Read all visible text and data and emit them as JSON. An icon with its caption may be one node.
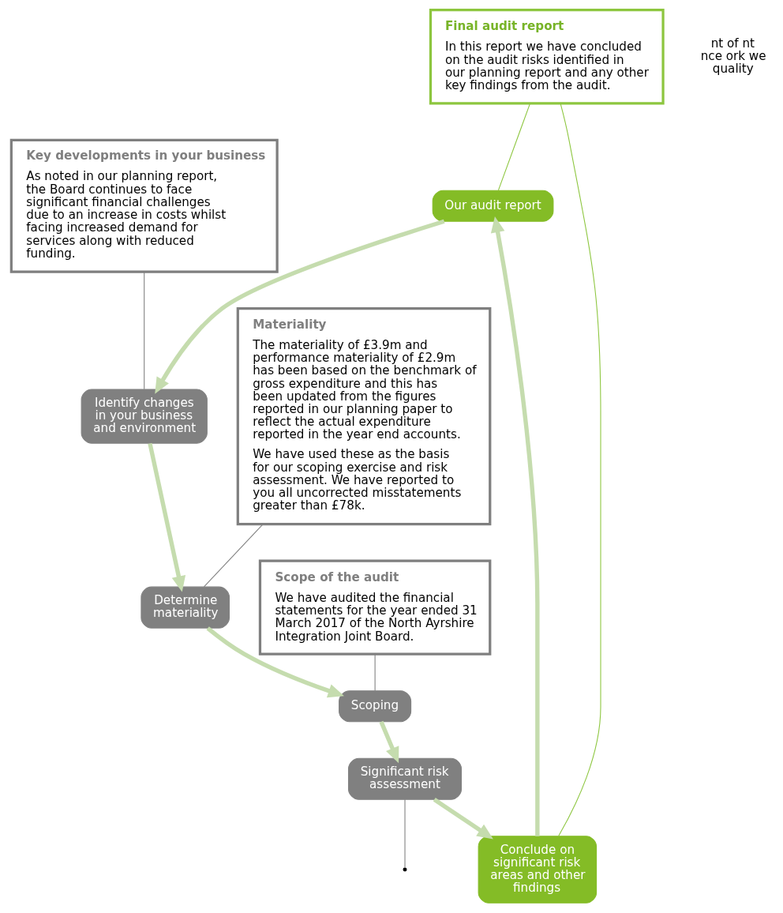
{
  "diagram": {
    "nodes": [
      {
        "text": [
          "Final audit report",
          "In this report we have concluded on the audit risks identified in our planning report and any other key findings from the audit."
        ]
      },
      {
        "text": [
          "Key developments in your business",
          "As noted in our planning report, the Board continues to face significant financial challenges due to an increase in costs whilst facing increased demand for services along with reduced funding."
        ]
      },
      {
        "text": [
          "Materiality",
          "The materiality of £3.9m and performance materiality of £2.9m has been based on the benchmark of gross expenditure and this has been updated from the figures reported in our planning paper to reflect the actual expenditure reported in the year end accounts.",
          "We have used these as the basis for our scoping exercise and risk assessment. We have reported to you all uncorrected misstatements greater than £78k."
        ]
      },
      {
        "text": [
          "Scope of the audit",
          "We have audited the financial statements for the year ended 31 March 2017 of the North Ayrshire Integration Joint Board."
        ]
      },
      {
        "text": [
          "Our audit report"
        ]
      },
      {
        "text": [
          "Identify changes in your business and environment"
        ]
      },
      {
        "text": [
          "Determine materiality"
        ]
      },
      {
        "text": [
          "Scoping"
        ]
      },
      {
        "text": [
          "Significant risk assessment"
        ]
      },
      {
        "text": [
          "Conclude on significant risk areas and other findings"
        ]
      }
    ],
    "edges": [
      {
        "from": 4,
        "to": 5,
        "arrow": "to",
        "style": "thick",
        "color": "#c5dcae"
      },
      {
        "from": 5,
        "to": 6,
        "arrow": "to",
        "style": "thick",
        "color": "#c5dcae"
      },
      {
        "from": 6,
        "to": 7,
        "arrow": "to",
        "style": "thick",
        "color": "#c5dcae"
      },
      {
        "from": 7,
        "to": 8,
        "arrow": "to",
        "style": "thick",
        "color": "#c5dcae"
      },
      {
        "from": 8,
        "to": 9,
        "arrow": "to",
        "style": "thick",
        "color": "#c5dcae"
      },
      {
        "from": 9,
        "to": 4,
        "arrow": "to",
        "style": "thick",
        "color": "#c5dcae"
      },
      {
        "from": 0,
        "to": 4,
        "arrow": "none",
        "color": "#8dc63f"
      },
      {
        "from": 0,
        "to": 9,
        "arrow": "none",
        "color": "#8dc63f"
      },
      {
        "from": 1,
        "to": 5,
        "arrow": "none",
        "color": "#808080"
      },
      {
        "from": 2,
        "to": 6,
        "arrow": "none",
        "color": "#808080"
      },
      {
        "from": 3,
        "to": 7,
        "arrow": "none",
        "color": "#808080"
      },
      {
        "from": 8,
        "to": null,
        "arrow": "none",
        "color": "#808080"
      }
    ],
    "labels": [
      "nt of nt nce ork we quality"
    ]
  }
}
